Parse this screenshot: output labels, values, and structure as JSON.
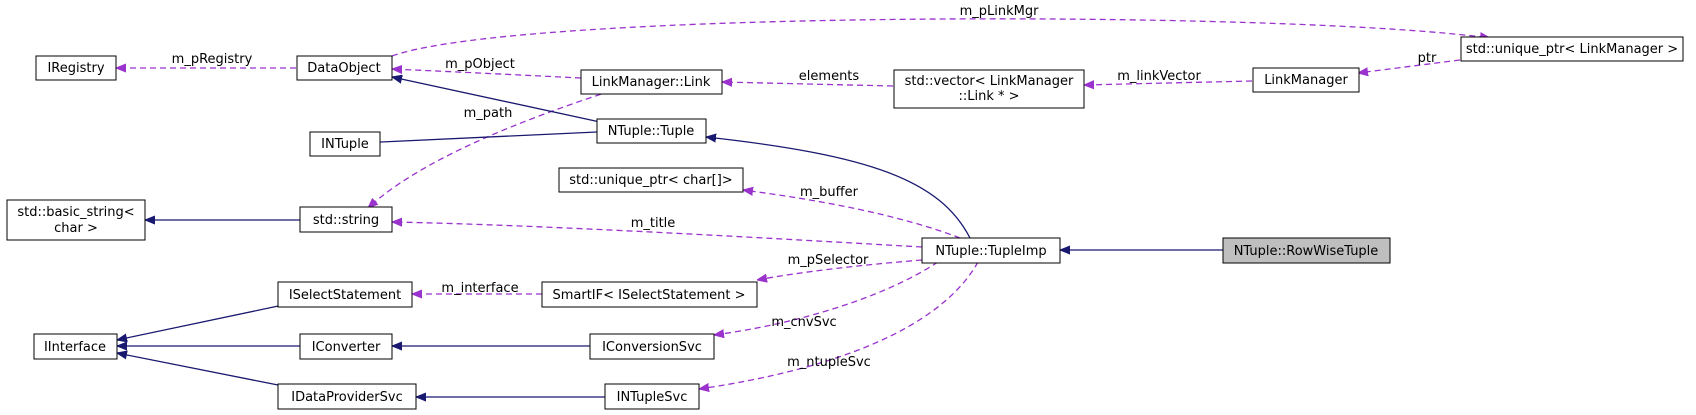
{
  "diagram": {
    "colors": {
      "inheritance_edge": "#191970",
      "usage_edge": "#9a32cd",
      "highlighted_node_fill": "#bfbfbf",
      "node_border": "#000000"
    },
    "nodes": {
      "iregistry": "IRegistry",
      "dataobject": "DataObject",
      "link": "LinkManager::Link",
      "vector_l1": "std::vector< LinkManager",
      "vector_l2": "::Link * >",
      "linkmanager": "LinkManager",
      "unique_linkmgr": "std::unique_ptr< LinkManager >",
      "intuple": "INTuple",
      "tuple": "NTuple::Tuple",
      "unique_char": "std::unique_ptr< char[]>",
      "basic_string_l1": "std::basic_string<",
      "basic_string_l2": "char >",
      "std_string": "std::string",
      "tupleimp": "NTuple::TupleImp",
      "rowwise": "NTuple::RowWiseTuple",
      "iselect": "ISelectStatement",
      "smartif": "SmartIF< ISelectStatement >",
      "iinterface": "IInterface",
      "iconverter": "IConverter",
      "iconversionsvc": "IConversionSvc",
      "idataprovider": "IDataProviderSvc",
      "intuplesvc": "INTupleSvc"
    },
    "edge_labels": {
      "m_pLinkMgr": "m_pLinkMgr",
      "m_pRegistry": "m_pRegistry",
      "m_pObject": "m_pObject",
      "elements": "elements",
      "m_linkVector": "m_linkVector",
      "ptr": "ptr",
      "m_path": "m_path",
      "m_buffer": "m_buffer",
      "m_title": "m_title",
      "m_pSelector": "m_pSelector",
      "m_interface": "m_interface",
      "m_cnvSvc": "m_cnvSvc",
      "m_ntupleSvc": "m_ntupleSvc"
    }
  }
}
